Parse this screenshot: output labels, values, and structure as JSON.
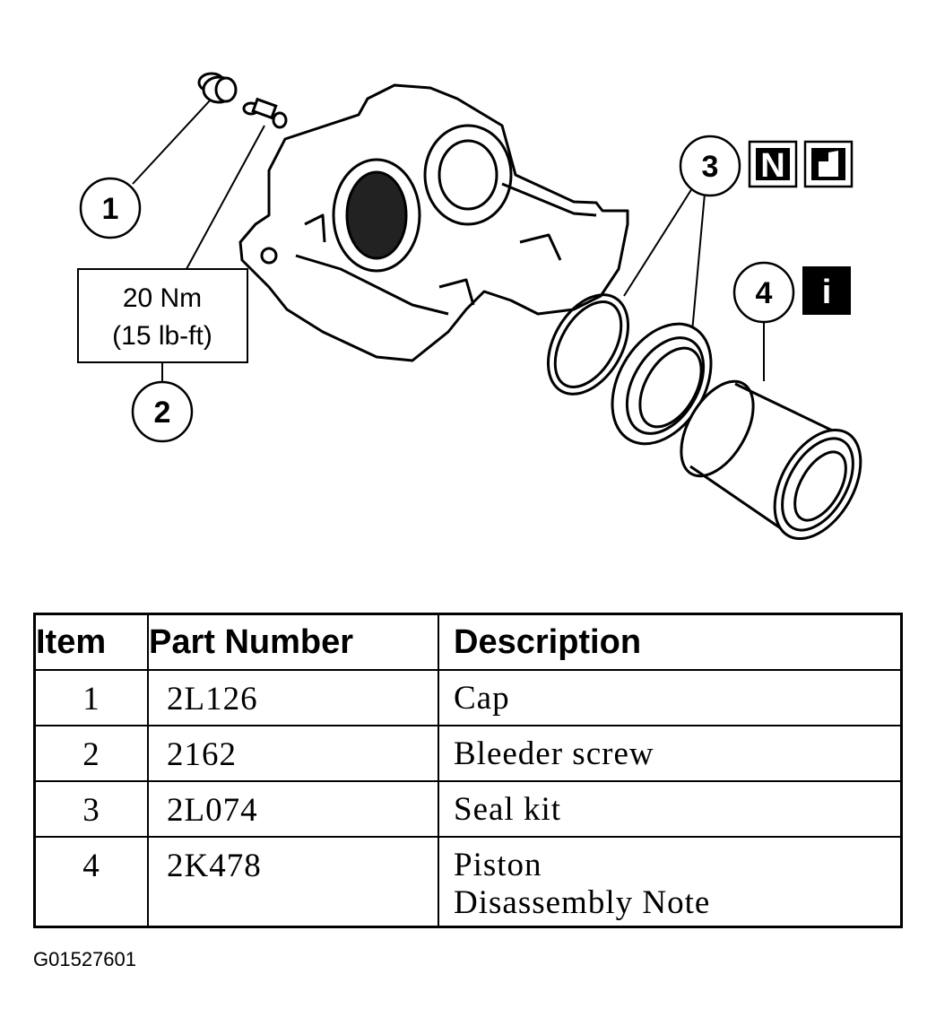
{
  "callouts": [
    "1",
    "2",
    "3",
    "4"
  ],
  "torque": {
    "line1": "20 Nm",
    "line2": "(15 lb-ft)"
  },
  "symbols": {
    "new_part": "N",
    "info": "i"
  },
  "table": {
    "headers": [
      "Item",
      "Part Number",
      "Description"
    ],
    "rows": [
      {
        "item": "1",
        "part": "2L126",
        "desc": "Cap"
      },
      {
        "item": "2",
        "part": "2162",
        "desc": "Bleeder screw"
      },
      {
        "item": "3",
        "part": "2L074",
        "desc": "Seal kit"
      },
      {
        "item": "4",
        "part": "2K478",
        "desc": "Piston",
        "desc2": "Disassembly Note"
      }
    ]
  },
  "figure_id": "G01527601"
}
